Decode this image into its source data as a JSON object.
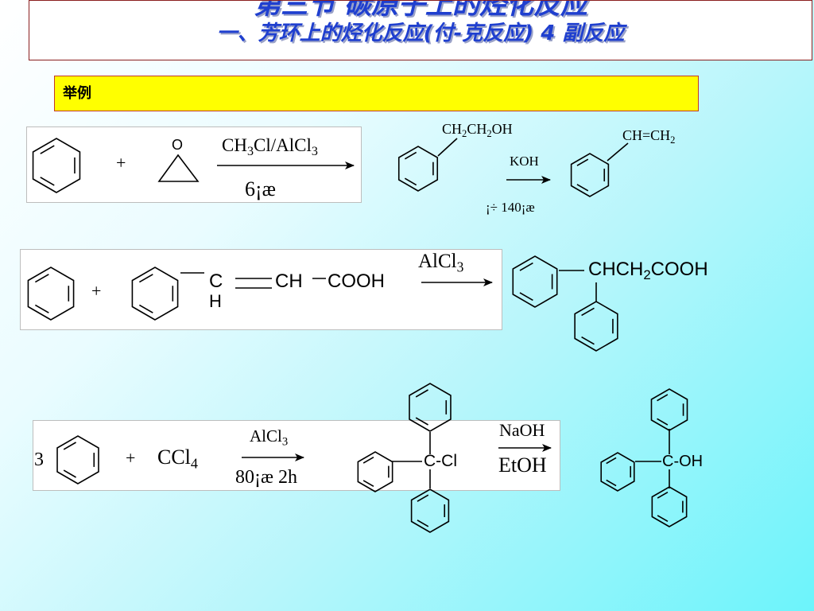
{
  "header": {
    "title": "第三节 碳原子上的烃化反应",
    "subtitle": "一、芳环上的烃化反应(付-克反应)   4  副反应"
  },
  "example_label": "举例",
  "reaction1": {
    "plus": "+",
    "epoxide_o": "O",
    "cond_top_a": "CH",
    "cond_top_s1": "3",
    "cond_top_b": "Cl/AlCl",
    "cond_top_s2": "3",
    "cond_bottom": "6¡æ",
    "prod_a": "CH",
    "prod_s1": "2",
    "prod_b": "CH",
    "prod_s2": "2",
    "prod_c": "OH",
    "reagent": "KOH",
    "cond2": "¡÷  140¡æ",
    "final_a": "CH=CH",
    "final_s": "2"
  },
  "reaction2": {
    "plus": "+",
    "c_label": "C",
    "h_label": "H",
    "ch_label": "CH",
    "cooh_label": "COOH",
    "cat_a": "AlCl",
    "cat_s": "3",
    "prod_a": "CHCH",
    "prod_s": "2",
    "prod_b": "COOH"
  },
  "reaction3": {
    "coef": "3",
    "plus": "+",
    "reag_a": "CCl",
    "reag_s": "4",
    "cat_a": "AlCl",
    "cat_s": "3",
    "cond": "80¡æ 2h",
    "prod_label": "C-Cl",
    "reagent_top": "NaOH",
    "reagent_bottom": "EtOH",
    "final_label": "C-OH"
  }
}
